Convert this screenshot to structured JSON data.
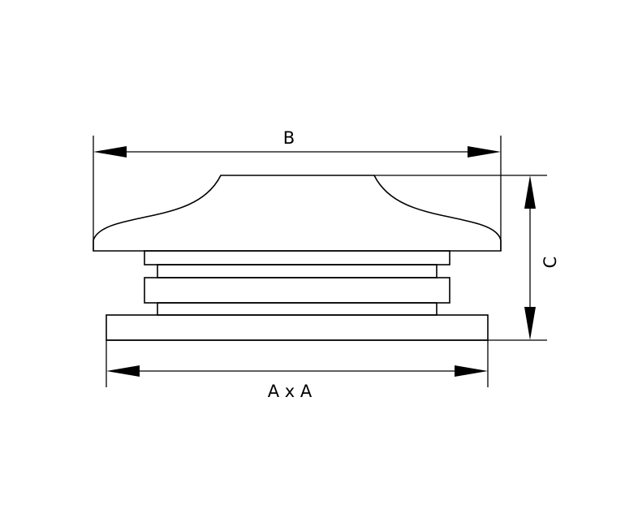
{
  "labels": {
    "top_width": "B",
    "height": "C",
    "base_width": "A x A"
  },
  "colors": {
    "stroke": "#000000",
    "background": "#ffffff"
  }
}
